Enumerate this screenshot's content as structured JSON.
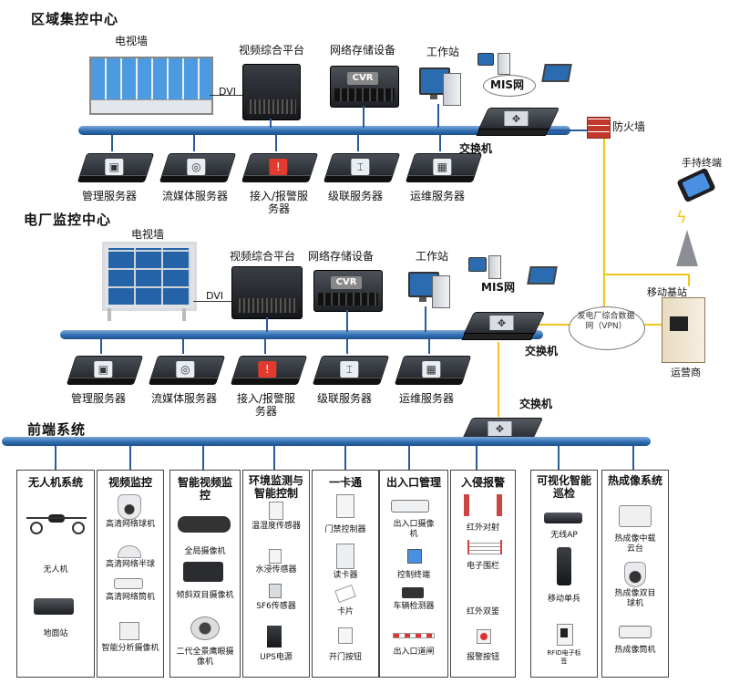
{
  "sections": {
    "regional": "区域集控中心",
    "plant": "电厂监控中心",
    "frontend": "前端系统"
  },
  "top": {
    "video_wall": "电视墙",
    "dvi": "DVI",
    "platform": "视频综合平台",
    "storage": "网络存储设备",
    "cvr": "CVR",
    "workstation": "工作站",
    "mis": "MIS网",
    "switch": "交换机",
    "firewall": "防火墙",
    "servers": [
      "管理服务器",
      "流媒体服务器",
      "接入/报警服务器",
      "级联服务器",
      "运维服务器"
    ]
  },
  "mid": {
    "video_wall": "电视墙",
    "dvi": "DVI",
    "platform": "视频综合平台",
    "storage": "网络存储设备",
    "cvr": "CVR",
    "workstation": "工作站",
    "mis": "MIS网",
    "switch": "交换机",
    "servers": [
      "管理服务器",
      "流媒体服务器",
      "接入/报警服务器",
      "级联服务器",
      "运维服务器"
    ]
  },
  "right": {
    "handheld": "手持终端",
    "base_station": "移动基站",
    "vpn": "发电厂综合数据网（VPN）",
    "operator": "运营商"
  },
  "front": {
    "switch": "交换机",
    "groups": [
      {
        "title": "无人机系统",
        "items": [
          "无人机",
          "地面站"
        ]
      },
      {
        "title": "视频监控",
        "items": [
          "高清网络球机",
          "高清网络半球",
          "高清网络筒机",
          "智能分析摄像机"
        ]
      },
      {
        "title": "智能视频监控",
        "items": [
          "全局摄像机",
          "倾斜双目摄像机",
          "二代全景鹰眼摄像机"
        ]
      },
      {
        "title": "环境监测与智能控制",
        "items": [
          "温湿度传感器",
          "水浸传感器",
          "SF6传感器",
          "UPS电源"
        ]
      },
      {
        "title": "一卡通",
        "items": [
          "门禁控制器",
          "读卡器",
          "卡片",
          "开门按钮"
        ]
      },
      {
        "title": "出入口管理",
        "items": [
          "出入口摄像机",
          "控制终端",
          "车辆检测器",
          "出入口道闸"
        ]
      },
      {
        "title": "入侵报警",
        "items": [
          "红外对射",
          "电子围栏",
          "红外双鉴",
          "报警按钮"
        ]
      },
      {
        "title": "可视化智能巡检",
        "items": [
          "无线AP",
          "移动单兵",
          "RFID电子标签"
        ]
      },
      {
        "title": "热成像系统",
        "items": [
          "热成像中载云台",
          "热成像双目球机",
          "热成像筒机"
        ]
      }
    ]
  }
}
